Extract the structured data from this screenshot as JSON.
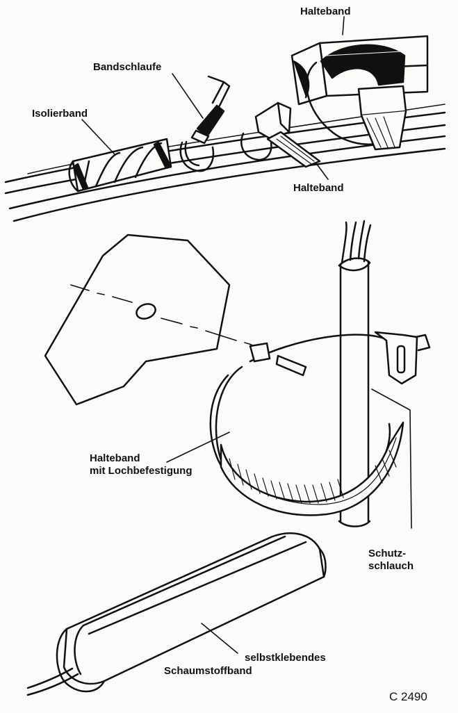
{
  "labels": {
    "halteband_top": "Halteband",
    "bandschlaufe": "Bandschlaufe",
    "isolierband": "Isolierband",
    "halteband_mid": "Halteband",
    "halteband_loch_1": "Halteband",
    "halteband_loch_2": "mit Lochbefestigung",
    "schutz_1": "Schutz-",
    "schutz_2": "schlauch",
    "schaum_1": "selbstklebendes",
    "schaum_2": "Schaumstoffband"
  },
  "figure_code": "C 2490",
  "colors": {
    "ink": "#111111",
    "paper": "#fbfbfa",
    "panel": "#f2f2f0"
  }
}
